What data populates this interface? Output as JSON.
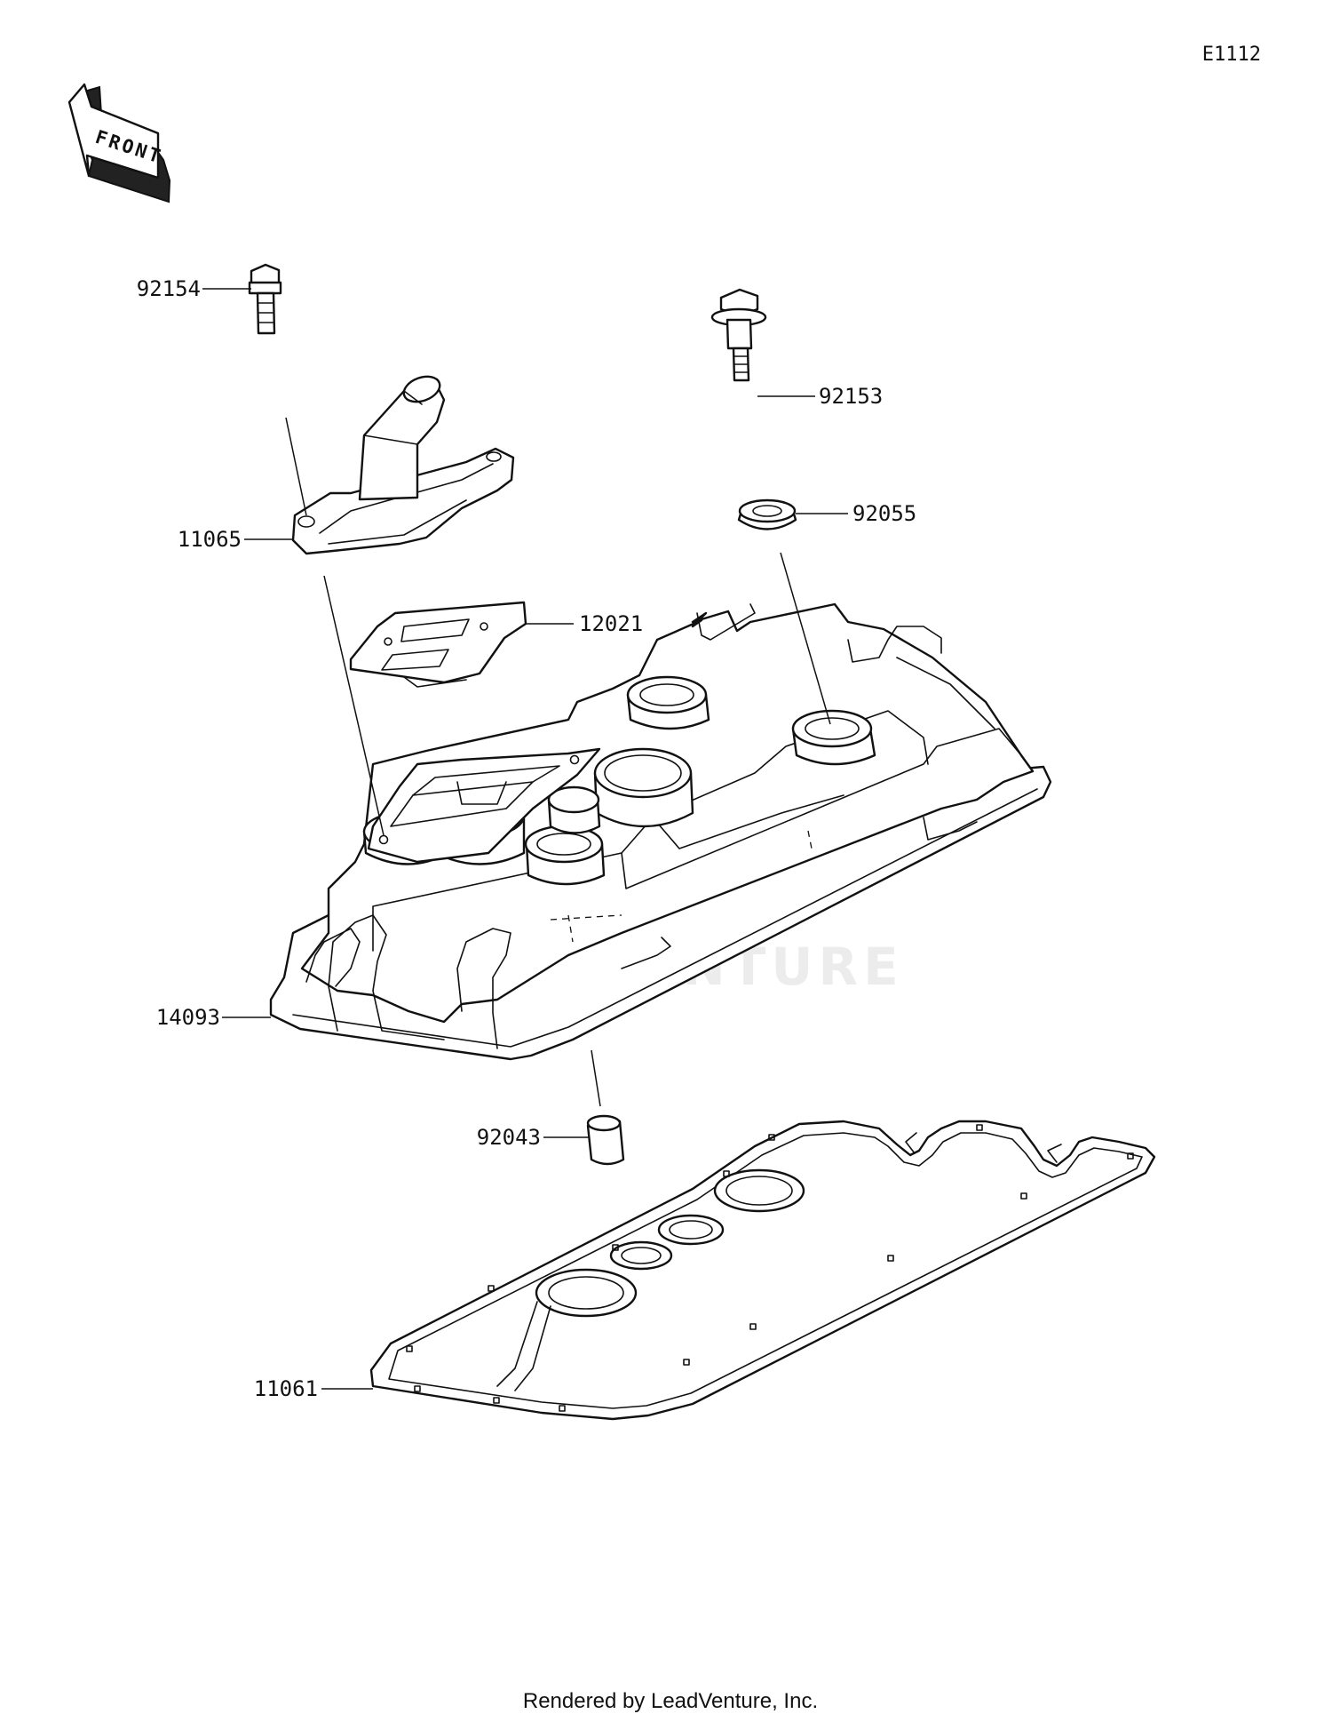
{
  "diagram_code": "E1112",
  "front_arrow_label": "FRONT",
  "watermark_text": "LEADVENTURE",
  "footer_text": "Rendered by LeadVenture, Inc.",
  "callouts": [
    {
      "part_number": "92154"
    },
    {
      "part_number": "11065"
    },
    {
      "part_number": "12021"
    },
    {
      "part_number": "92153"
    },
    {
      "part_number": "92055"
    },
    {
      "part_number": "14093"
    },
    {
      "part_number": "92043"
    },
    {
      "part_number": "11061"
    }
  ]
}
